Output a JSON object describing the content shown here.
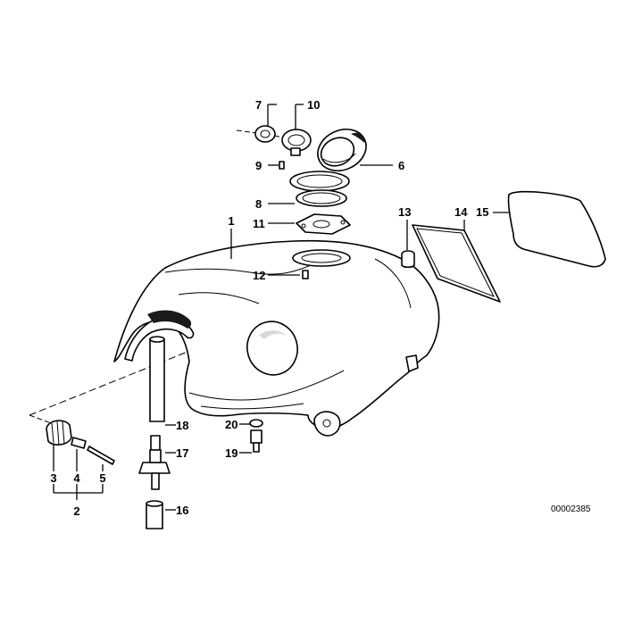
{
  "diagram": {
    "drawing_code": "00002385",
    "callouts": [
      {
        "id": "c1",
        "label": "1"
      },
      {
        "id": "c2",
        "label": "2"
      },
      {
        "id": "c3",
        "label": "3"
      },
      {
        "id": "c4",
        "label": "4"
      },
      {
        "id": "c5",
        "label": "5"
      },
      {
        "id": "c6",
        "label": "6"
      },
      {
        "id": "c7",
        "label": "7"
      },
      {
        "id": "c8",
        "label": "8"
      },
      {
        "id": "c9",
        "label": "9"
      },
      {
        "id": "c10",
        "label": "10"
      },
      {
        "id": "c11",
        "label": "11"
      },
      {
        "id": "c12",
        "label": "12"
      },
      {
        "id": "c13",
        "label": "13"
      },
      {
        "id": "c14",
        "label": "14"
      },
      {
        "id": "c15",
        "label": "15"
      },
      {
        "id": "c16",
        "label": "16"
      },
      {
        "id": "c17",
        "label": "17"
      },
      {
        "id": "c18",
        "label": "18"
      },
      {
        "id": "c19",
        "label": "19"
      },
      {
        "id": "c20",
        "label": "20"
      }
    ]
  }
}
